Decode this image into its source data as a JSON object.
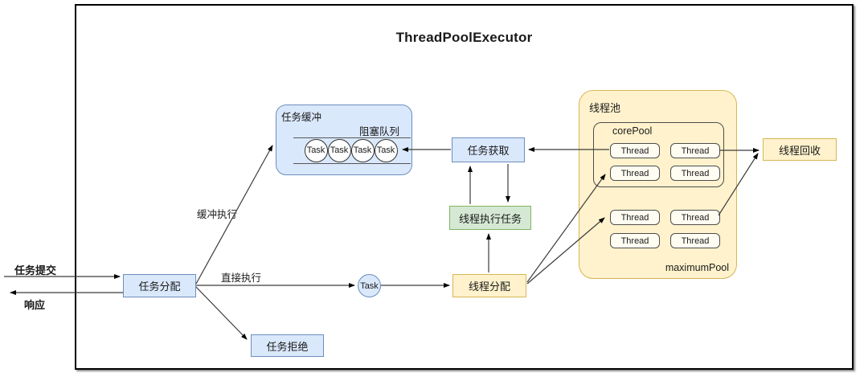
{
  "diagram": {
    "title": "ThreadPoolExecutor",
    "inputs": {
      "submit": "任务提交",
      "response": "响应"
    },
    "edge_labels": {
      "buffered": "缓冲执行",
      "direct": "直接执行"
    },
    "nodes": {
      "task_dispatch": "任务分配",
      "task_reject": "任务拒绝",
      "task_buffer": "任务缓冲",
      "blocking_queue": "阻塞队列",
      "task": "Task",
      "task_fetch": "任务获取",
      "thread_exec_task": "线程执行任务",
      "thread_dispatch": "线程分配",
      "thread_pool": "线程池",
      "core_pool": "corePool",
      "maximum_pool": "maximumPool",
      "thread": "Thread",
      "thread_recycle": "线程回收"
    },
    "colors": {
      "node_blue_fill": "#dae8fc",
      "node_blue_border": "#6c8ebf",
      "node_green_fill": "#d5e8d4",
      "node_green_border": "#82b366",
      "node_yellow_fill": "#fff2cc",
      "node_yellow_border": "#d6b656"
    }
  }
}
